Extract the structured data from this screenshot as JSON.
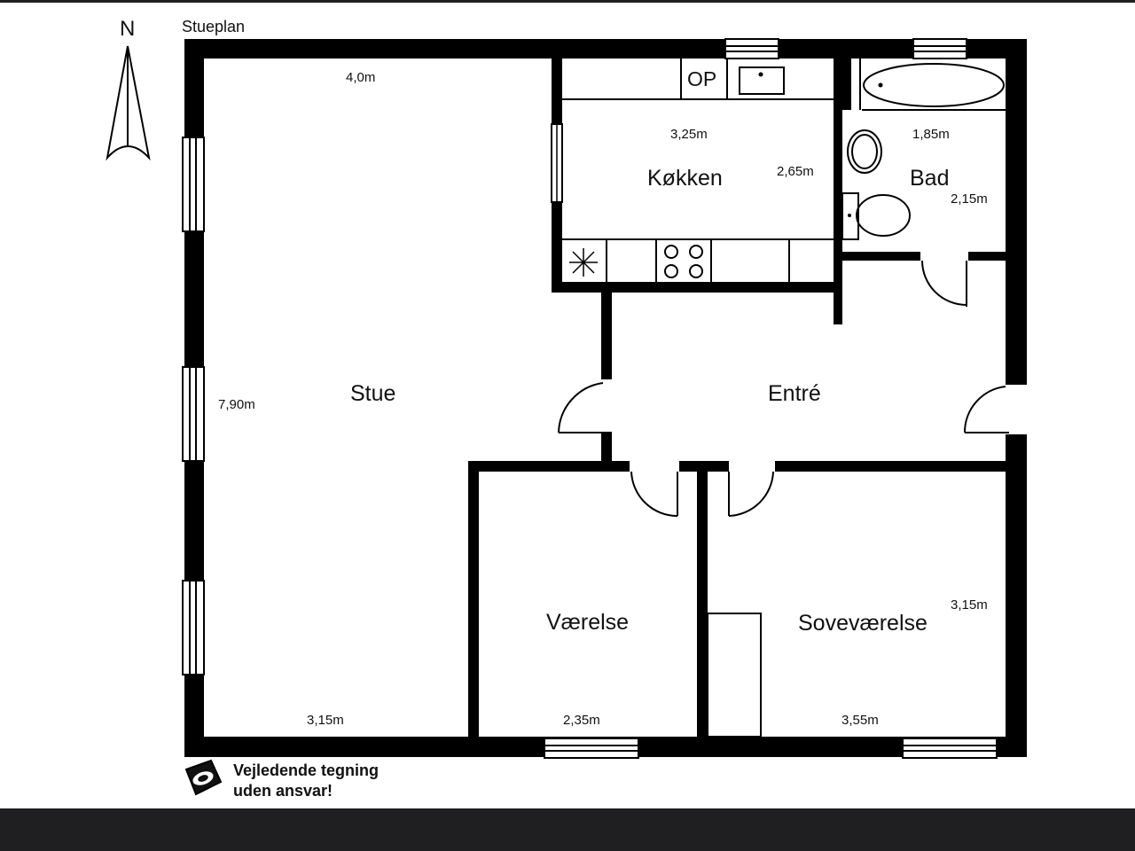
{
  "compass": {
    "label": "N"
  },
  "plan": {
    "title": "Stueplan",
    "rooms": {
      "stue": "Stue",
      "kokken": "Køkken",
      "bad": "Bad",
      "entre": "Entré",
      "vaerelse": "Værelse",
      "sovevaerelse": "Soveværelse"
    },
    "counter_label": "OP",
    "dimensions": {
      "stue_top": "4,0m",
      "stue_height": "7,90m",
      "stue_bottom": "3,15m",
      "kokken_width": "3,25m",
      "kokken_height": "2,65m",
      "bad_width": "1,85m",
      "bad_height": "2,15m",
      "vaerelse_width": "2,35m",
      "sovevaerelse_width": "3,55m",
      "sovevaerelse_height": "3,15m"
    }
  },
  "disclaimer": {
    "line1": "Vejledende tegning",
    "line2": "uden ansvar!"
  },
  "colors": {
    "wall": "#000000",
    "background": "#ffffff",
    "bottom_bar": "#1f1f21"
  }
}
